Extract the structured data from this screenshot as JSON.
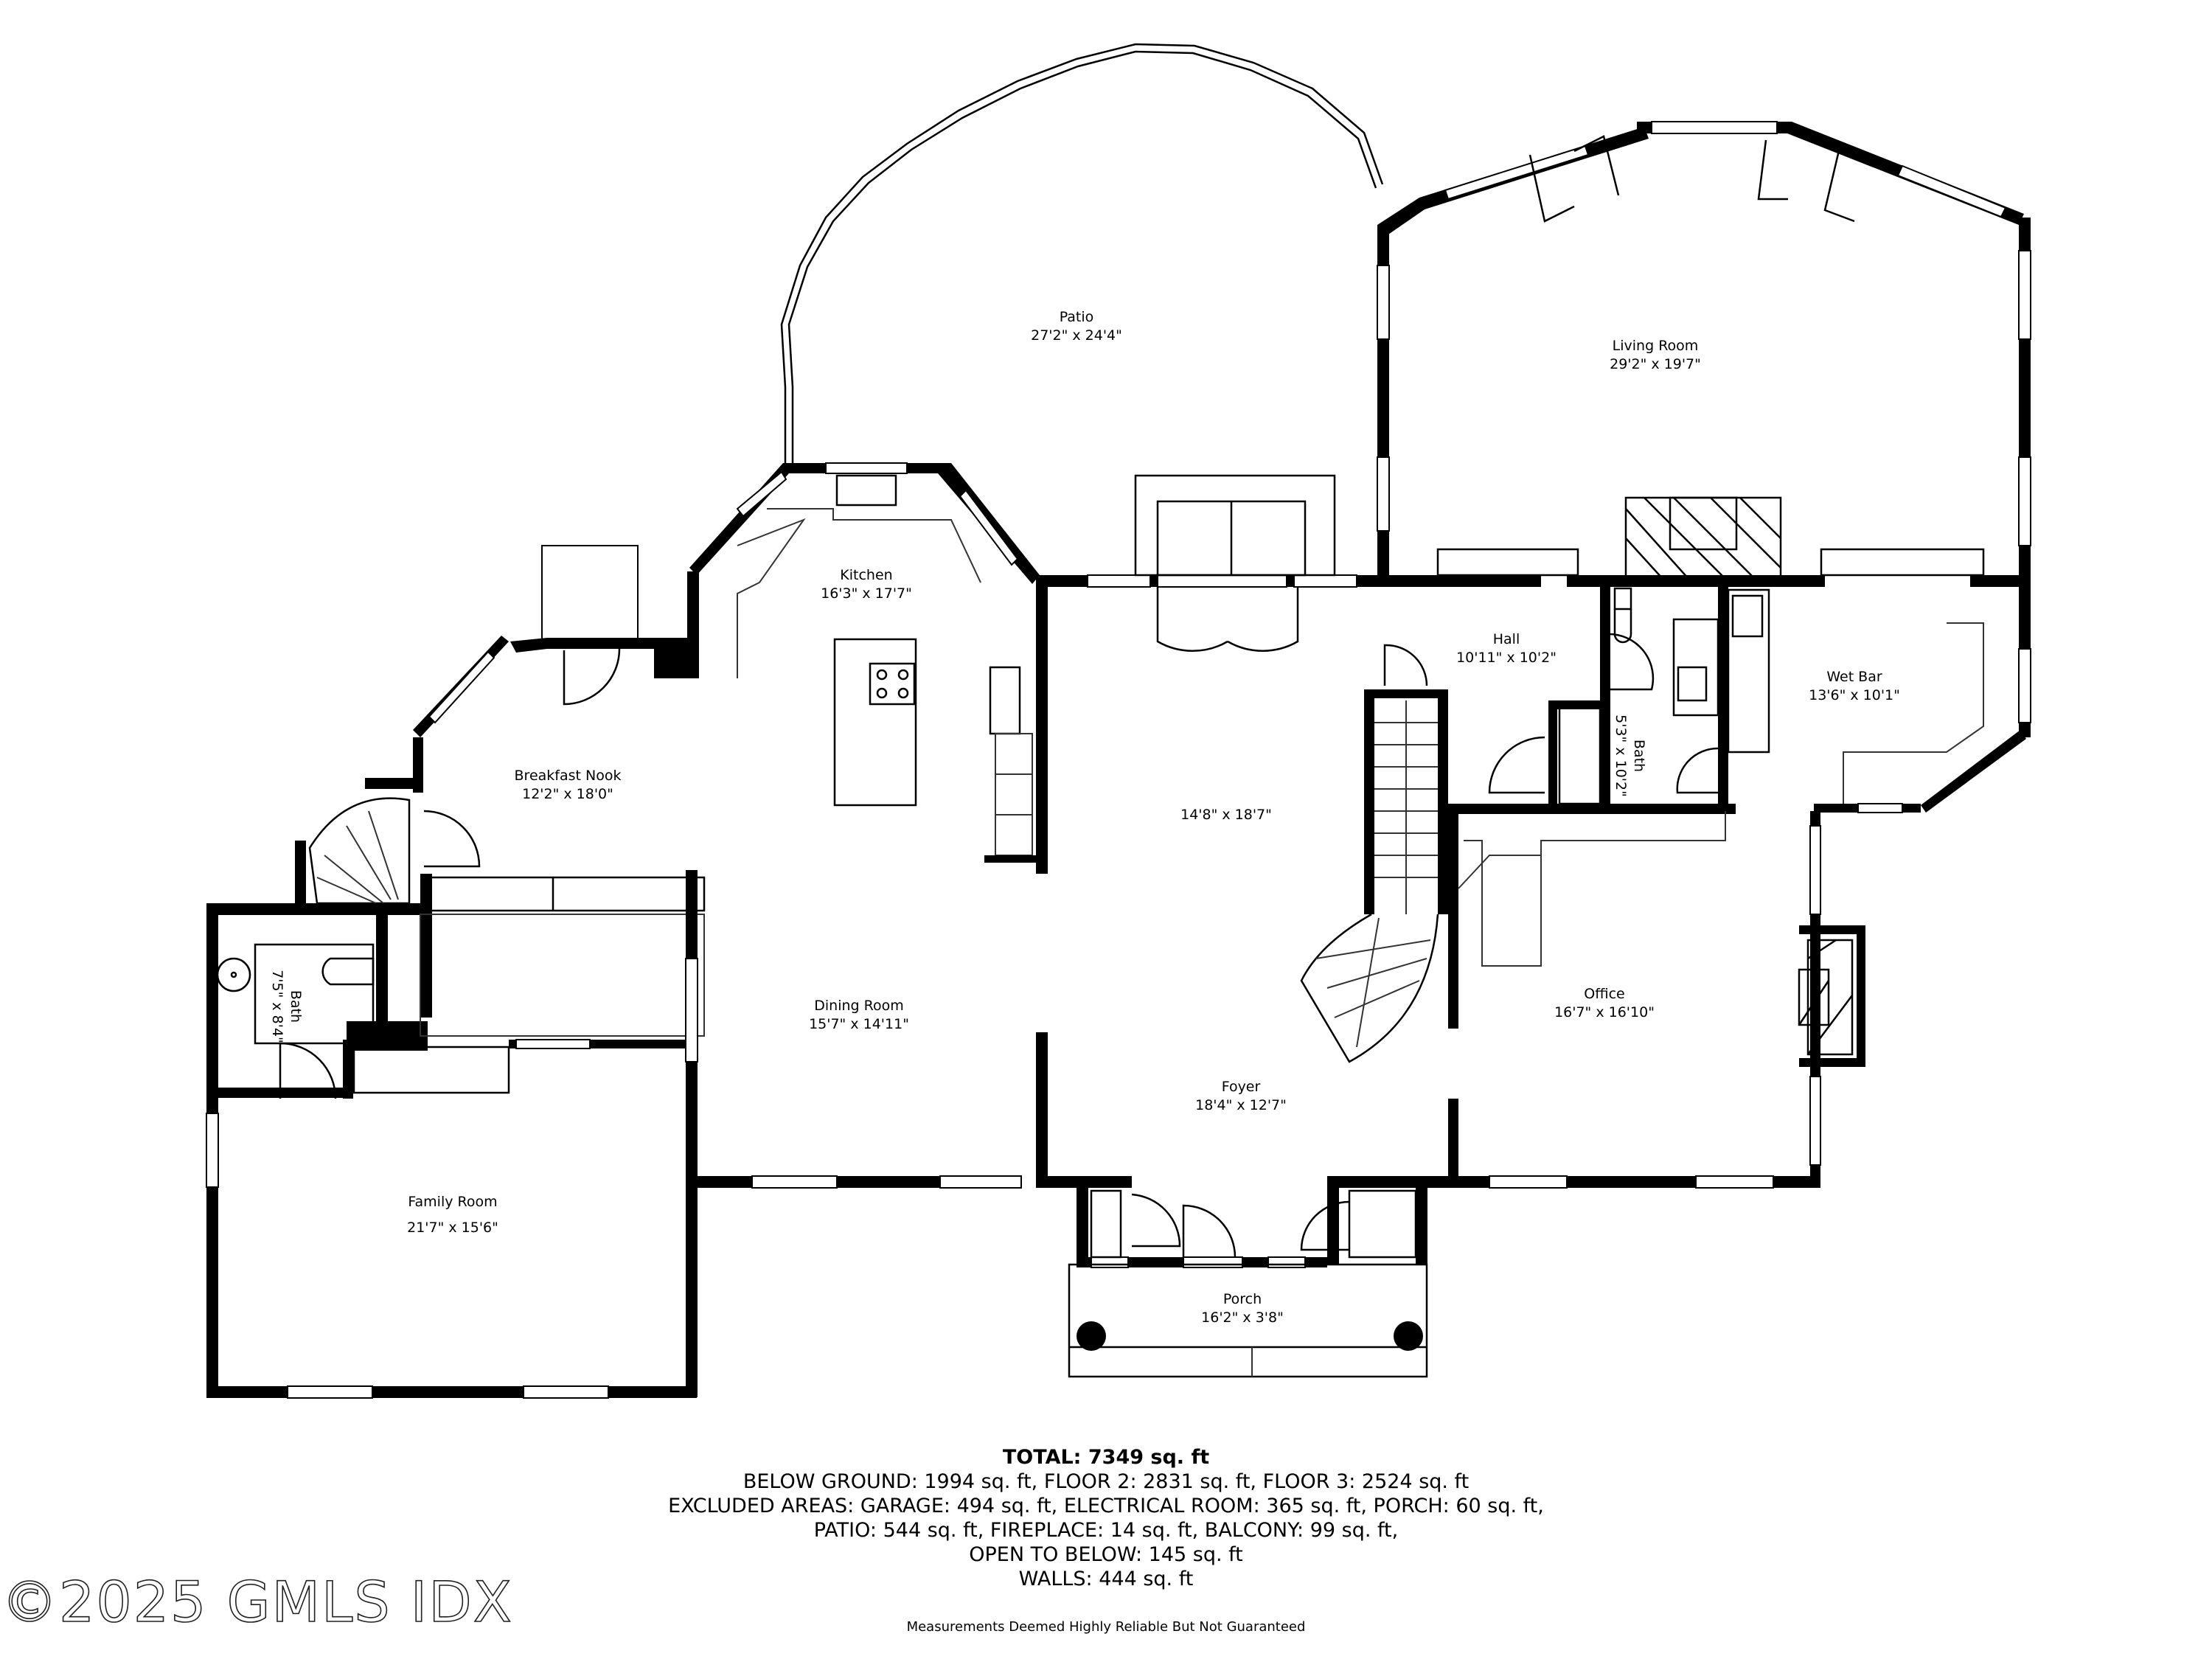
{
  "floorplan": {
    "rooms": [
      {
        "id": "patio",
        "name": "Patio",
        "dims": "27'2\" x 24'4\""
      },
      {
        "id": "living-room",
        "name": "Living Room",
        "dims": "29'2\" x 19'7\""
      },
      {
        "id": "kitchen",
        "name": "Kitchen",
        "dims": "16'3\" x 17'7\""
      },
      {
        "id": "hall",
        "name": "Hall",
        "dims": "10'11\" x 10'2\""
      },
      {
        "id": "bath-upper",
        "name": "Bath",
        "dims": "5'3\" x 10'2\""
      },
      {
        "id": "wet-bar",
        "name": "Wet Bar",
        "dims": "13'6\" x 10'1\""
      },
      {
        "id": "breakfast-nook",
        "name": "Breakfast Nook",
        "dims": "12'2\" x 18'0\""
      },
      {
        "id": "center-room",
        "name": "",
        "dims": "14'8\" x 18'7\""
      },
      {
        "id": "bath-lower",
        "name": "Bath",
        "dims": "7'5\" x 8'4\""
      },
      {
        "id": "dining-room",
        "name": "Dining Room",
        "dims": "15'7\" x 14'11\""
      },
      {
        "id": "office",
        "name": "Office",
        "dims": "16'7\" x 16'10\""
      },
      {
        "id": "foyer",
        "name": "Foyer",
        "dims": "18'4\" x 12'7\""
      },
      {
        "id": "family-room",
        "name": "Family Room",
        "dims": "21'7\" x 15'6\""
      },
      {
        "id": "porch",
        "name": "Porch",
        "dims": "16'2\" x 3'8\""
      }
    ]
  },
  "summary": {
    "total": "TOTAL: 7349 sq. ft",
    "lines": [
      "BELOW GROUND: 1994 sq. ft, FLOOR 2: 2831 sq. ft, FLOOR 3: 2524 sq. ft",
      "EXCLUDED AREAS: GARAGE: 494 sq. ft, ELECTRICAL ROOM: 365 sq. ft, PORCH: 60 sq. ft,",
      "PATIO: 544 sq. ft, FIREPLACE: 14 sq. ft, BALCONY: 99 sq. ft,",
      "OPEN TO BELOW: 145 sq. ft",
      "WALLS: 444 sq. ft"
    ]
  },
  "disclaimer": "Measurements Deemed Highly Reliable But Not Guaranteed",
  "watermark": "©2025 GMLS IDX"
}
